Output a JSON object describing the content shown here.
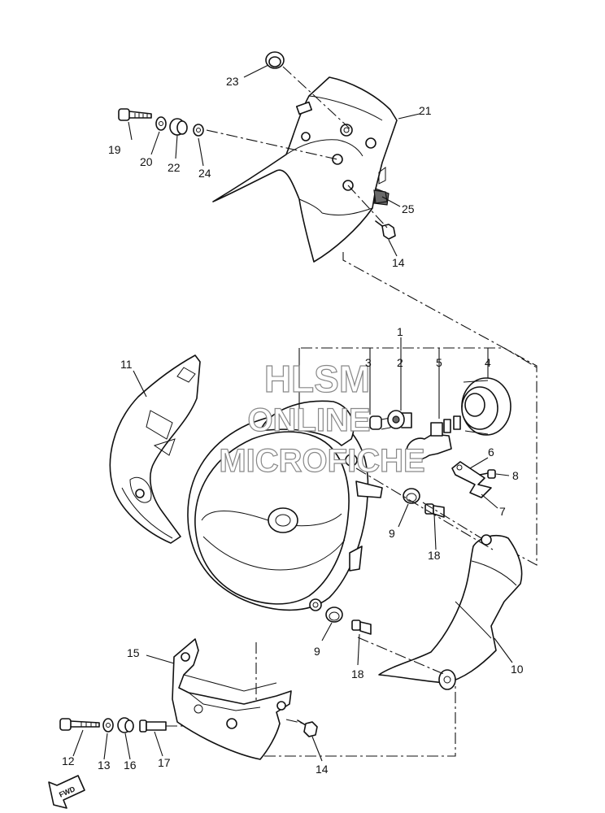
{
  "callouts": {
    "c1": "1",
    "c2": "2",
    "c3": "3",
    "c4": "4",
    "c5": "5",
    "c6": "6",
    "c7": "7",
    "c8": "8",
    "c9a": "9",
    "c9b": "9",
    "c10": "10",
    "c11": "11",
    "c12": "12",
    "c13": "13",
    "c14a": "14",
    "c14b": "14",
    "c15": "15",
    "c16": "16",
    "c17": "17",
    "c18a": "18",
    "c18b": "18",
    "c19": "19",
    "c20": "20",
    "c21": "21",
    "c22": "22",
    "c23": "23",
    "c24": "24",
    "c25": "25"
  },
  "watermark": {
    "line1": "HLSM",
    "line2": "ONLINE",
    "line3": "MICROFICHE"
  },
  "direction_badge": {
    "label": "FWD"
  }
}
